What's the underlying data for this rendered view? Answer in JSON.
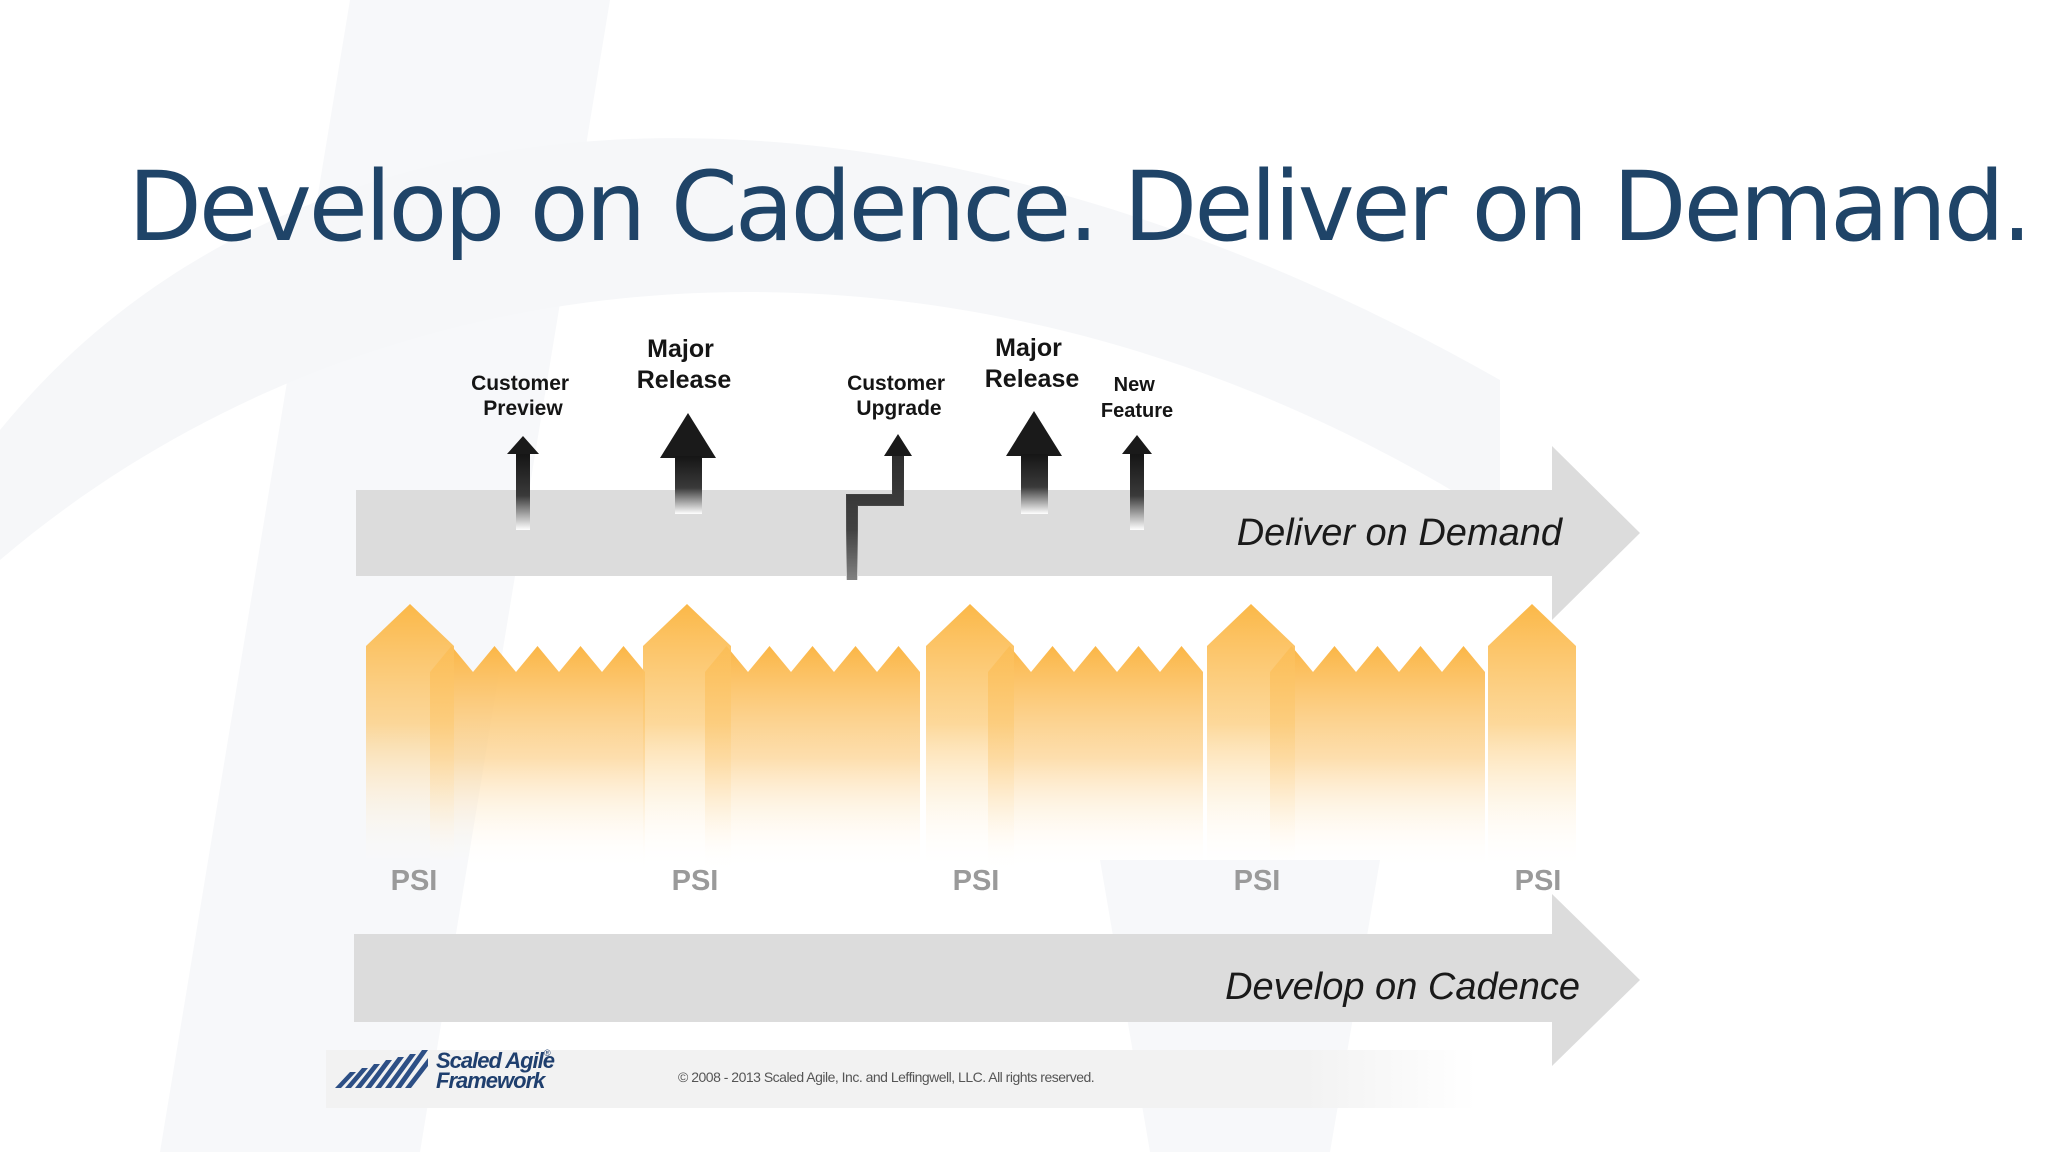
{
  "slide": {
    "title": "Develop on Cadence. Deliver on Demand."
  },
  "milestones": [
    {
      "line1": "Customer",
      "line2": "Preview",
      "size": "small"
    },
    {
      "line1": "Major",
      "line2": "Release",
      "size": "large"
    },
    {
      "line1": "Customer",
      "line2": "Upgrade",
      "size": "small"
    },
    {
      "line1": "Major",
      "line2": "Release",
      "size": "large"
    },
    {
      "line1": "New",
      "line2": "Feature",
      "size": "small"
    }
  ],
  "lanes": {
    "deliver": "Deliver on Demand",
    "develop": "Develop on Cadence"
  },
  "psi_labels": [
    "PSI",
    "PSI",
    "PSI",
    "PSI",
    "PSI"
  ],
  "logo": {
    "line1": "Scaled Agile",
    "line2": "Framework",
    "registered": "®"
  },
  "footer": {
    "copyright": "© 2008 - 2013 Scaled Agile, Inc. and Leffingwell, LLC. All rights reserved."
  },
  "colors": {
    "title": "#1f4468",
    "lane_arrow": "#dcdcdc",
    "cadence_fill": "#fbbf55",
    "milestone_arrow": "#1a1a1a",
    "psi_label": "#9a9a9a",
    "logo_blue": "#1f3f6e"
  }
}
